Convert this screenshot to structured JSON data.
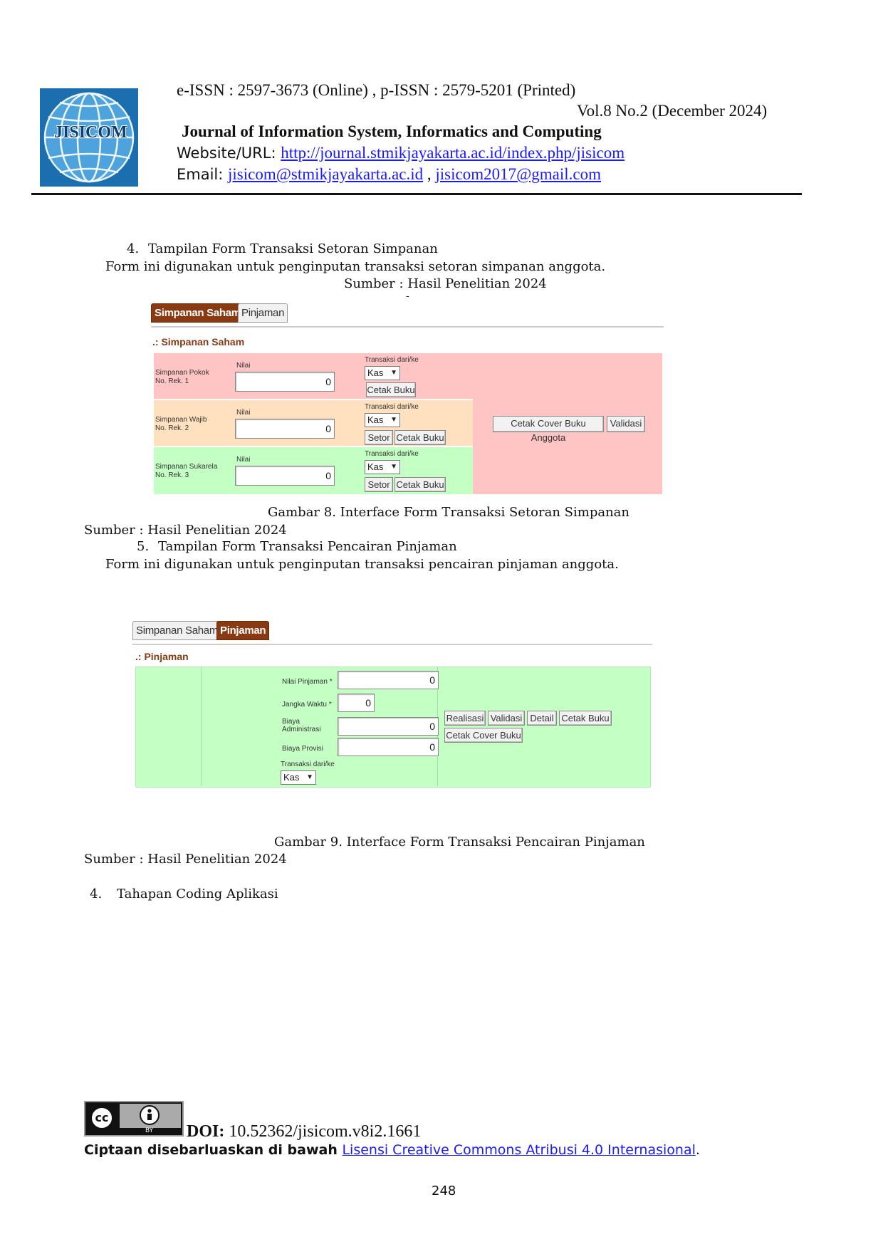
{
  "header": {
    "logo_text": "JISICOM",
    "issn": "e-ISSN : 2597-3673 (Online) , p-ISSN : 2579-5201 (Printed)",
    "volume": "Vol.8 No.2  (December 2024)",
    "journal_name": "Journal of Information System, Informatics and Computing",
    "website_label": "Website/URL: ",
    "website_url": "http://journal.stmikjayakarta.ac.id/index.php/jisicom",
    "email_label": "Email: ",
    "email_1": "jisicom@stmikjayakarta.ac.id",
    "email_sep": " , ",
    "email_2": "jisicom2017@gmail.com"
  },
  "section4": {
    "heading_num": "4.",
    "heading": "Tampilan Form Transaksi Setoran Simpanan",
    "desc": "Form ini digunakan untuk penginputan transaksi setoran simpanan anggota.",
    "source_top": "Sumber : Hasil Penelitian 2024",
    "dash": "-"
  },
  "figure8": {
    "tabs": [
      "Simpanan Saham",
      "Pinjaman"
    ],
    "section_title": ".: Simpanan Saham",
    "rows": [
      {
        "name": "Simpanan Pokok",
        "rek": "No. Rek. 1",
        "nilai_label": "Nilai",
        "value": "0",
        "trans_label": "Transaksi dari/ke",
        "select": "Kas",
        "buttons": [
          "Cetak Buku"
        ]
      },
      {
        "name": "Simpanan Wajib",
        "rek": "No. Rek. 2",
        "nilai_label": "Nilai",
        "value": "0",
        "trans_label": "Transaksi dari/ke",
        "select": "Kas",
        "buttons": [
          "Setor",
          "Cetak Buku"
        ]
      },
      {
        "name": "Simpanan Sukarela",
        "rek": "No. Rek. 3",
        "nilai_label": "Nilai",
        "value": "0",
        "trans_label": "Transaksi dari/ke",
        "select": "Kas",
        "buttons": [
          "Setor",
          "Cetak Buku"
        ]
      }
    ],
    "action_buttons": [
      "Cetak Cover Buku Anggota",
      "Validasi"
    ],
    "caption": "Gambar 8. Interface Form Transaksi Setoran Simpanan",
    "source": "Sumber : Hasil Penelitian 2024"
  },
  "section5": {
    "heading_num": "5.",
    "heading": "Tampilan Form Transaksi Pencairan Pinjaman",
    "desc": "Form ini digunakan untuk penginputan transaksi pencairan pinjaman anggota."
  },
  "figure9": {
    "tabs": [
      "Simpanan Saham",
      "Pinjaman"
    ],
    "section_title": ".: Pinjaman",
    "fields": [
      {
        "label": "Nilai Pinjaman *",
        "value": "0"
      },
      {
        "label": "Jangka Waktu *",
        "value": "0"
      },
      {
        "label": "Biaya Administrasi",
        "value": "0"
      },
      {
        "label": "Biaya Provisi",
        "value": "0"
      }
    ],
    "trans_label": "Transaksi dari/ke",
    "select": "Kas",
    "buttons_row1": [
      "Realisasi",
      "Validasi",
      "Detail",
      "Cetak Buku"
    ],
    "buttons_row2": [
      "Cetak Cover Buku"
    ],
    "caption": "Gambar 9. Interface Form Transaksi Pencairan Pinjaman",
    "source": "Sumber : Hasil Penelitian 2024"
  },
  "section_coding": {
    "num": "4.",
    "heading": "Tahapan Coding Aplikasi"
  },
  "footer": {
    "cc_text": "cc",
    "by_text": "BY",
    "doi_label": "DOI:",
    "doi_value": " 10.52362/jisicom.v8i2.1661",
    "license_prefix": "Ciptaan disebarluaskan di bawah ",
    "license_link": "Lisensi Creative Commons Atribusi 4.0 Internasional",
    "license_suffix": ".",
    "page_number": "248"
  },
  "colors": {
    "tab_active": "#8a3a12",
    "row_pink": "#ffc4c4",
    "row_peach": "#ffe1c0",
    "row_green": "#c4ffc4",
    "link": "#1a1aff"
  }
}
